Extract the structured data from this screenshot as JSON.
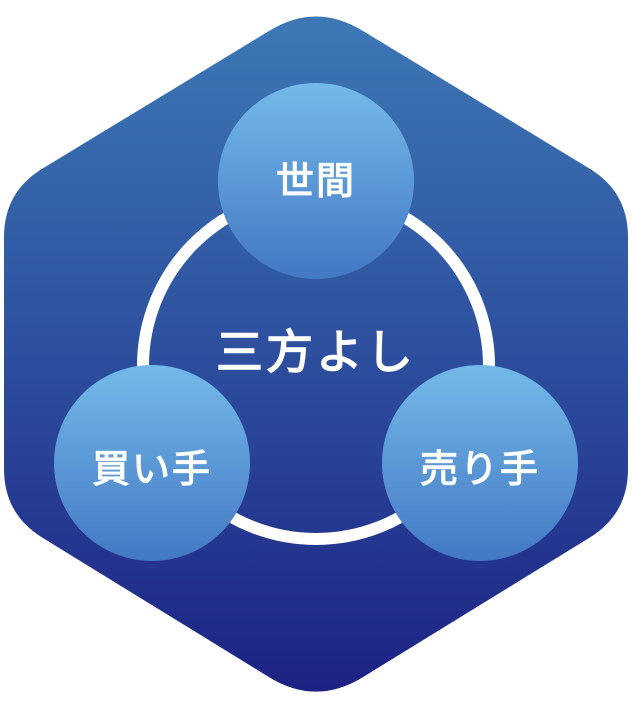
{
  "diagram": {
    "title": "三方よし",
    "nodes": [
      {
        "id": "seken",
        "label": "世間",
        "position": "top"
      },
      {
        "id": "kaite",
        "label": "買い手",
        "position": "bottom-left"
      },
      {
        "id": "urite",
        "label": "売り手",
        "position": "bottom-right"
      }
    ],
    "colors": {
      "hex_top": "#3d78b5",
      "hex_mid": "#2d4f9e",
      "hex_bottom": "#1d2283",
      "circle_top": "#74b9ea",
      "circle_bottom": "#4378c3",
      "ring": "#ffffff",
      "text": "#ffffff"
    }
  }
}
